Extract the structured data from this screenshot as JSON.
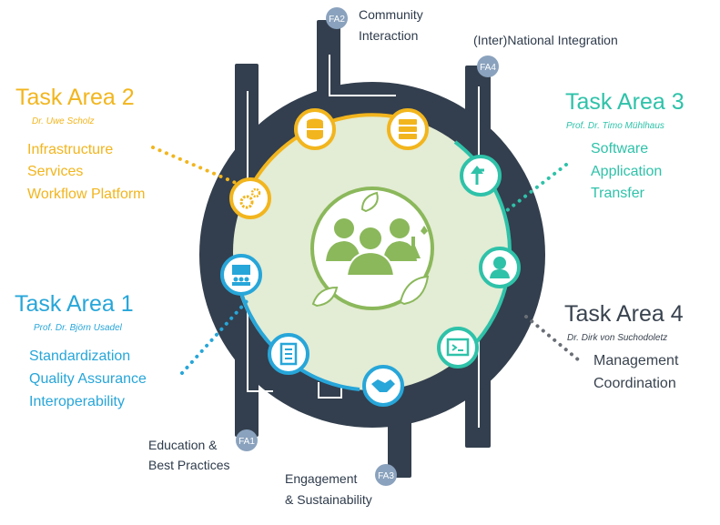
{
  "colors": {
    "ta2": "#f2b51d",
    "ta3": "#2ec2a9",
    "ta1": "#27a6d9",
    "ta4": "#39434f",
    "navy": "#333f4e",
    "inner_fill": "#e3ecd4",
    "inner_ring": "#8bb85b",
    "badge": "#8aa2bd",
    "fa_text": "#2e3b4b"
  },
  "task_areas": {
    "ta2": {
      "title": "Task Area  2",
      "lead": "Dr. Uwe Scholz",
      "items": [
        "Infrastructure",
        "Services",
        "Workflow Platform"
      ]
    },
    "ta3": {
      "title": "Task Area  3",
      "lead": "Prof. Dr. Timo Mühlhaus",
      "items": [
        "Software",
        "Application",
        "Transfer"
      ]
    },
    "ta1": {
      "title": "Task Area  1",
      "lead": "Prof. Dr. Björn Usadel",
      "items": [
        "Standardization",
        "Quality Assurance",
        "Interoperability"
      ]
    },
    "ta4": {
      "title": "Task Area  4",
      "lead": "Dr. Dirk von Suchodoletz",
      "items": [
        "Management",
        "Coordination"
      ]
    }
  },
  "focus_areas": {
    "fa1": {
      "badge": "FA1",
      "lines": [
        "Education &",
        "Best Practices"
      ]
    },
    "fa2": {
      "badge": "FA2",
      "lines": [
        "Community",
        "Interaction"
      ]
    },
    "fa3": {
      "badge": "FA3",
      "lines": [
        "Engagement",
        "& Sustainability"
      ]
    },
    "fa4": {
      "badge": "FA4",
      "lines": [
        "(Inter)National Integration"
      ]
    }
  },
  "icons": {
    "ta2": [
      "gears-icon",
      "database-icon",
      "server-icon"
    ],
    "ta3": [
      "transfer-arrow-icon",
      "developer-icon",
      "terminal-icon"
    ],
    "ta1": [
      "presentation-icon",
      "checklist-icon",
      "handshake-icon"
    ],
    "center": "community-people-icon"
  }
}
